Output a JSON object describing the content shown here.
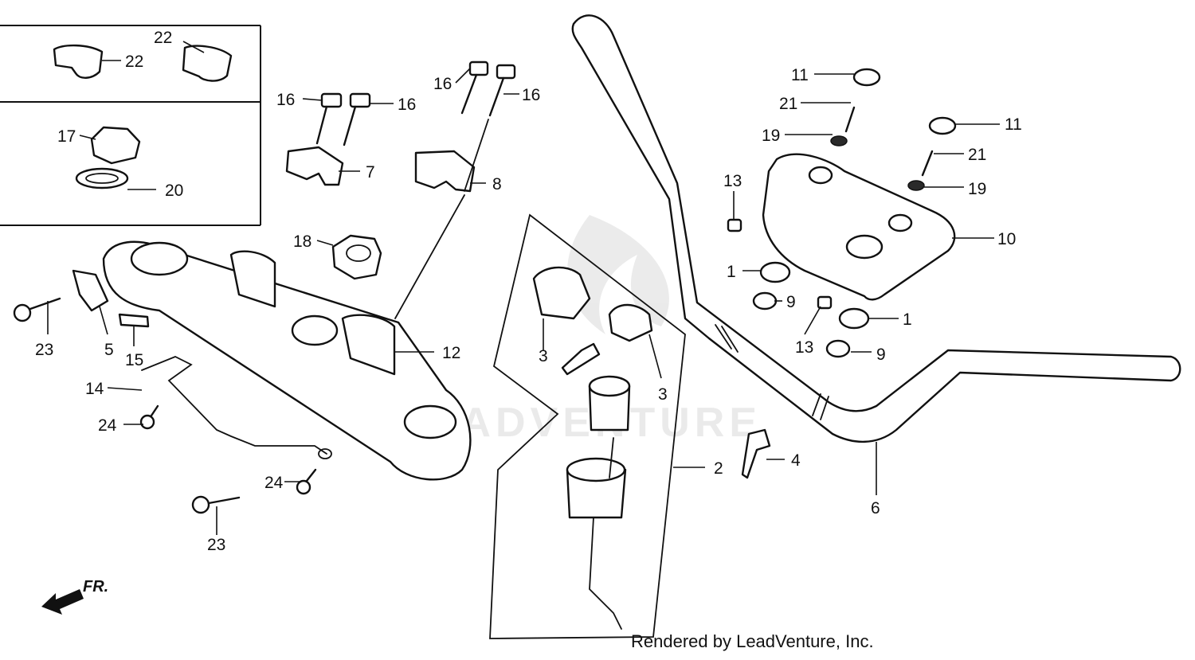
{
  "callouts": [
    {
      "id": "c1",
      "label": "22"
    },
    {
      "id": "c2",
      "label": "22"
    },
    {
      "id": "c3",
      "label": "17"
    },
    {
      "id": "c4",
      "label": "20"
    },
    {
      "id": "c5",
      "label": "16"
    },
    {
      "id": "c6",
      "label": "16"
    },
    {
      "id": "c7",
      "label": "16"
    },
    {
      "id": "c8",
      "label": "16"
    },
    {
      "id": "c9",
      "label": "7"
    },
    {
      "id": "c10",
      "label": "8"
    },
    {
      "id": "c11",
      "label": "18"
    },
    {
      "id": "c12",
      "label": "23"
    },
    {
      "id": "c13",
      "label": "5"
    },
    {
      "id": "c14",
      "label": "15"
    },
    {
      "id": "c15",
      "label": "12"
    },
    {
      "id": "c16",
      "label": "14"
    },
    {
      "id": "c17",
      "label": "24"
    },
    {
      "id": "c18",
      "label": "24"
    },
    {
      "id": "c19",
      "label": "23"
    },
    {
      "id": "c20",
      "label": "3"
    },
    {
      "id": "c21",
      "label": "3"
    },
    {
      "id": "c22",
      "label": "2"
    },
    {
      "id": "c23",
      "label": "4"
    },
    {
      "id": "c24",
      "label": "6"
    },
    {
      "id": "c25",
      "label": "11"
    },
    {
      "id": "c26",
      "label": "21"
    },
    {
      "id": "c27",
      "label": "19"
    },
    {
      "id": "c28",
      "label": "11"
    },
    {
      "id": "c29",
      "label": "21"
    },
    {
      "id": "c30",
      "label": "19"
    },
    {
      "id": "c31",
      "label": "13"
    },
    {
      "id": "c32",
      "label": "10"
    },
    {
      "id": "c33",
      "label": "1"
    },
    {
      "id": "c34",
      "label": "9"
    },
    {
      "id": "c35",
      "label": "13"
    },
    {
      "id": "c36",
      "label": "1"
    },
    {
      "id": "c37",
      "label": "9"
    }
  ],
  "front_marker": "FR.",
  "credit": "Rendered by LeadVenture, Inc.",
  "watermark": "LEADVENTURE"
}
